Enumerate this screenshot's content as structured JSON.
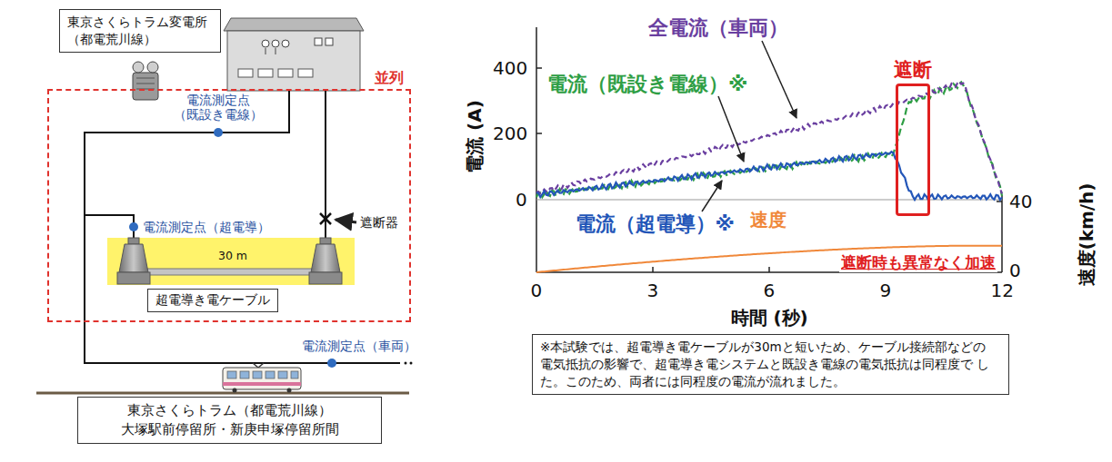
{
  "diagram": {
    "nodes": [
      {
        "text": [
          "東京さくらトラム変電所 （都電荒川線）"
        ]
      },
      {
        "text": [
          "並列"
        ]
      },
      {
        "text": [
          "30 m"
        ],
        "in": 1
      },
      {
        "text": [
          "超電導き電ケーブル"
        ],
        "in": 1
      },
      {
        "text": [
          "東京さくらトラム（都電荒川線） 大塚駅前停留所・新庚申塚停留所間"
        ]
      },
      {
        "text": [
          "※本試験では、超電導き電ケーブルが30mと短いため、ケーブル接続部などの 電気抵抗の影響で、超電導き電システムと既設き電線の電気抵抗は同程度で した。このため、両者には同程度の電流が流れました。"
        ]
      },
      {
        "text": [
          "遮断"
        ]
      }
    ],
    "labels": [
      "電流測定点 （既設き電線）",
      "電流測定点（超電導）",
      "遮断器",
      "電流測定点（車両）",
      "400",
      "200",
      "0",
      "電流 (A)",
      "40",
      "0",
      "速度(km/h)",
      "0",
      "3",
      "6",
      "9",
      "12",
      "時間 (秒)",
      "全電流（車両）",
      "電流（既設き電線）※",
      "電流（超電導）※",
      "速度",
      "遮断時も異常なく加速"
    ]
  }
}
